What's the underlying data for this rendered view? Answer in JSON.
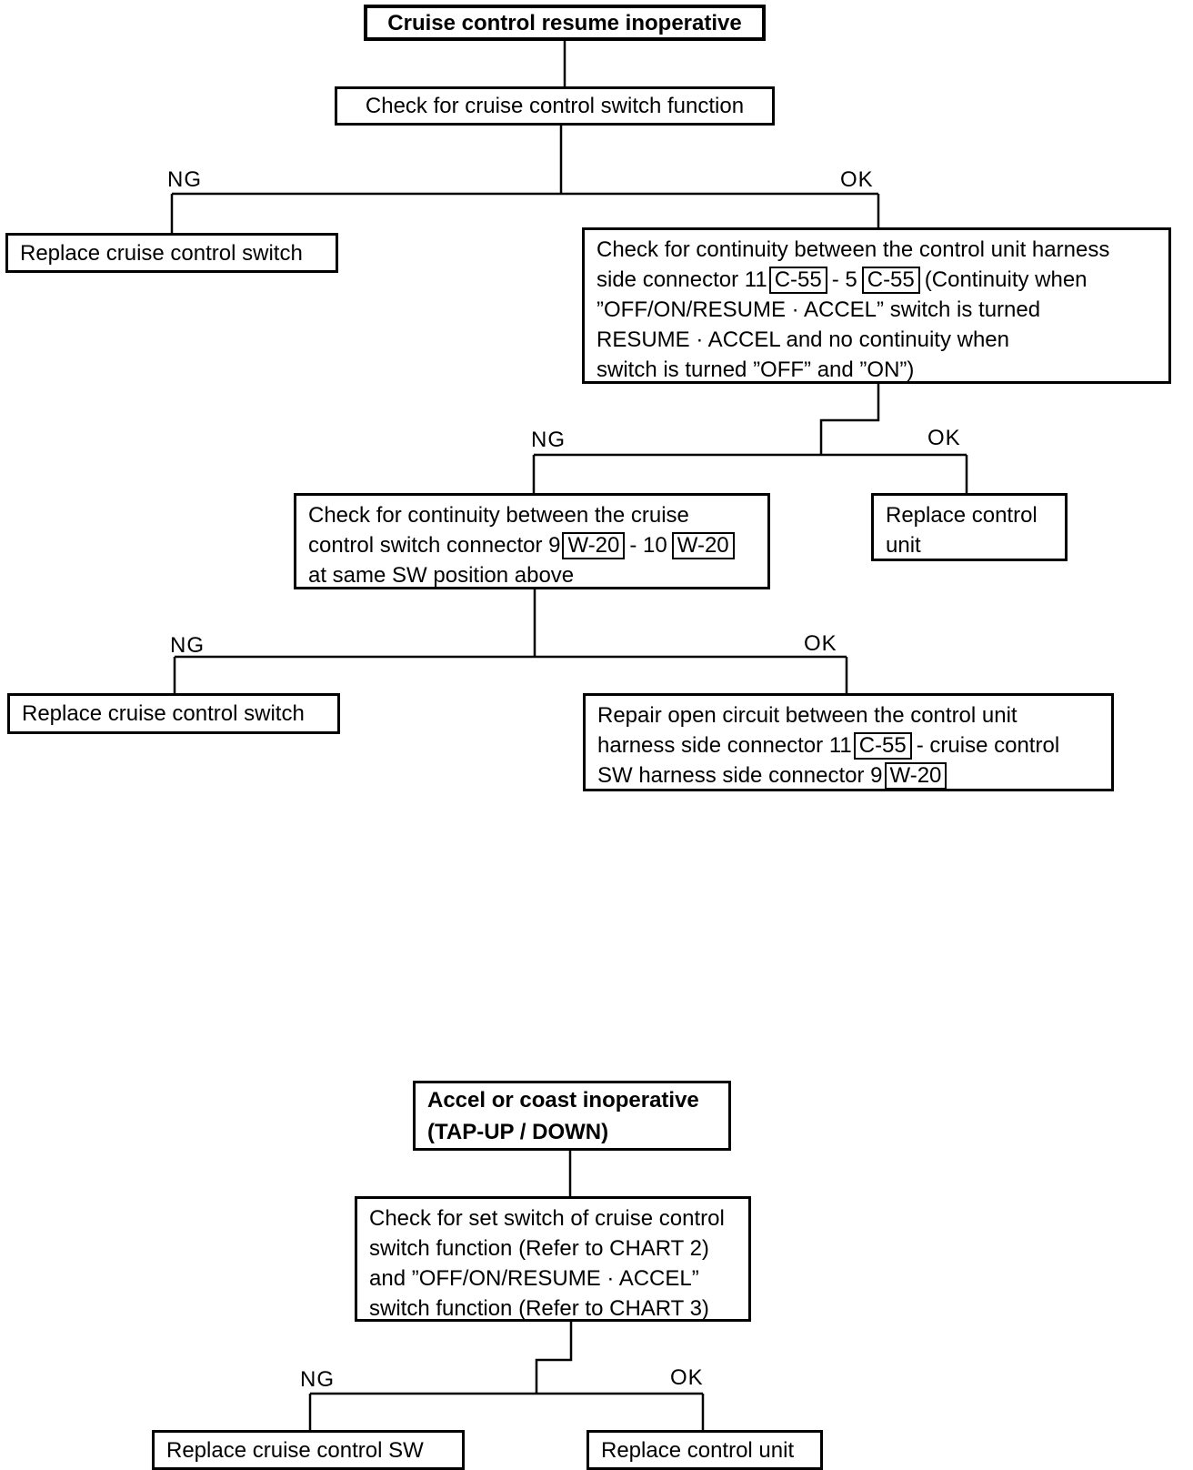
{
  "labels": {
    "ng": "NG",
    "ok": "OK"
  },
  "colors": {
    "ink": "#000000",
    "paper": "#ffffff"
  },
  "chart1": {
    "start": "Cruise control resume inoperative",
    "check_switch_function": "Check for cruise control switch function",
    "replace_switch_a": "Replace cruise control switch",
    "check_continuity_unit": {
      "line1": "Check for continuity between the control unit harness",
      "line2_pre": "side connector 11",
      "conn1": "C-55",
      "line2_mid": "- 5",
      "conn2": "C-55",
      "line2_post": "(Continuity when",
      "line3": "”OFF/ON/RESUME · ACCEL” switch is turned",
      "line4": "RESUME · ACCEL and no continuity when",
      "line5": "switch is turned ”OFF” and ”ON”)"
    },
    "check_continuity_switch": {
      "line1": "Check for continuity between the cruise",
      "line2_pre": "control switch connector 9",
      "conn1": "W-20",
      "line2_mid": "- 10",
      "conn2": "W-20",
      "line3": "at same SW position above"
    },
    "replace_control_unit": "Replace control unit",
    "replace_switch_b": "Replace cruise control switch",
    "repair_open_circuit": {
      "line1": "Repair open circuit between the control unit",
      "line2_pre": "harness side connector 11",
      "conn1": "C-55",
      "line2_post": "- cruise control",
      "line3_pre": "SW harness side connector 9",
      "conn2": "W-20"
    }
  },
  "chart2": {
    "start_line1": "Accel or coast inoperative",
    "start_line2": "(TAP-UP / DOWN)",
    "check_set_switch": {
      "line1": "Check for set switch of cruise control",
      "line2": "switch function (Refer to CHART 2)",
      "line3": "and ”OFF/ON/RESUME · ACCEL”",
      "line4": "switch function (Refer to CHART 3)"
    },
    "replace_cruise_sw": "Replace cruise control SW",
    "replace_control_unit": "Replace control unit"
  }
}
